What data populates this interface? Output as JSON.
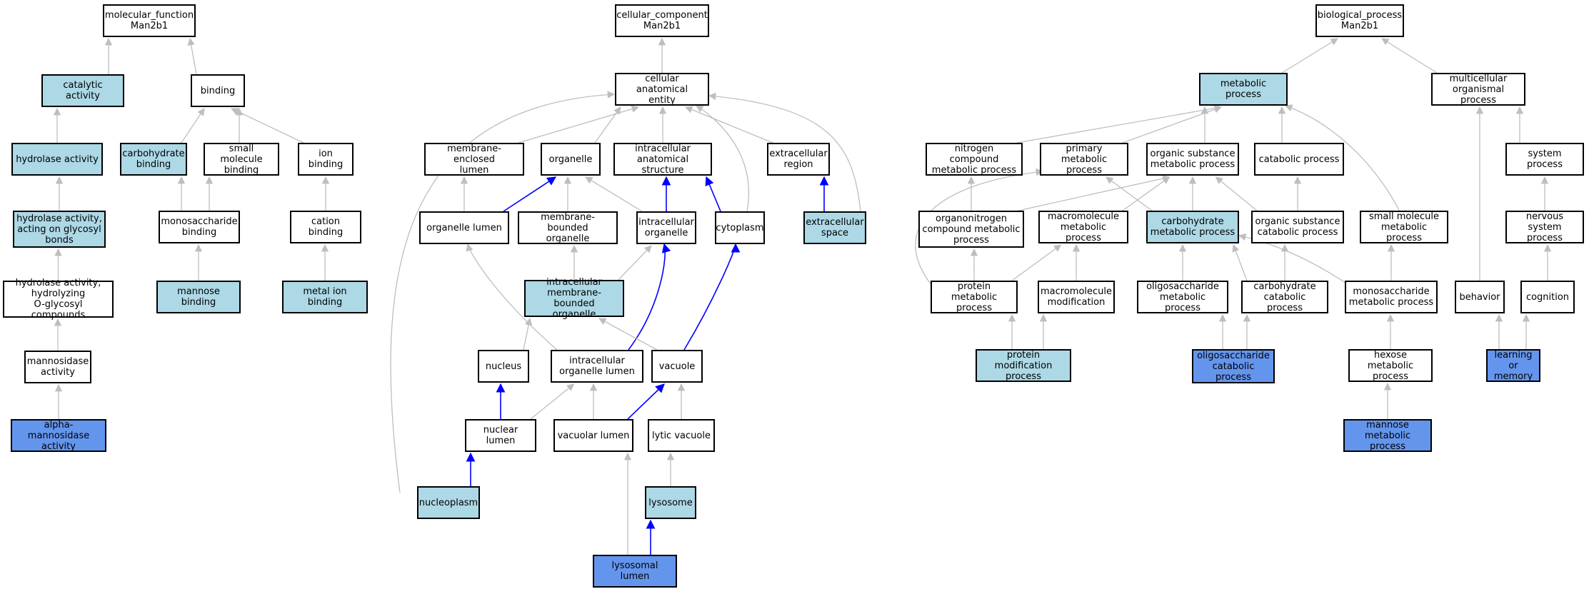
{
  "colors": {
    "light_fill": "#add8e6",
    "dark_fill": "#6495ed",
    "edge_default": "#bebebe",
    "edge_highlight": "#0000ff",
    "border": "#000000"
  },
  "nodes": [
    {
      "id": "mf",
      "label": "molecular_function\nMan2b1",
      "style": "plain"
    },
    {
      "id": "catalytic",
      "label": "catalytic activity",
      "style": "light"
    },
    {
      "id": "binding",
      "label": "binding",
      "style": "plain"
    },
    {
      "id": "hydrolase",
      "label": "hydrolase activity",
      "style": "light"
    },
    {
      "id": "carb_binding",
      "label": "carbohydrate\nbinding",
      "style": "light"
    },
    {
      "id": "small_mol_binding",
      "label": "small molecule\nbinding",
      "style": "plain"
    },
    {
      "id": "ion_binding",
      "label": "ion binding",
      "style": "plain"
    },
    {
      "id": "hydrolase_glyco",
      "label": "hydrolase activity,\nacting on glycosyl\nbonds",
      "style": "light"
    },
    {
      "id": "mono_binding",
      "label": "monosaccharide\nbinding",
      "style": "plain"
    },
    {
      "id": "cation_binding",
      "label": "cation binding",
      "style": "plain"
    },
    {
      "id": "hydrolase_o",
      "label": "hydrolase activity,\nhydrolyzing\nO-glycosyl compounds",
      "style": "plain"
    },
    {
      "id": "mannose_binding",
      "label": "mannose binding",
      "style": "light"
    },
    {
      "id": "metal_ion",
      "label": "metal ion binding",
      "style": "light"
    },
    {
      "id": "mannosidase",
      "label": "mannosidase\nactivity",
      "style": "plain"
    },
    {
      "id": "alpha_mann",
      "label": "alpha-mannosidase\nactivity",
      "style": "dark"
    },
    {
      "id": "cc",
      "label": "cellular_component\nMan2b1",
      "style": "plain"
    },
    {
      "id": "cae",
      "label": "cellular anatomical\nentity",
      "style": "plain"
    },
    {
      "id": "mem_enc_lumen",
      "label": "membrane-enclosed\nlumen",
      "style": "plain"
    },
    {
      "id": "organelle",
      "label": "organelle",
      "style": "plain"
    },
    {
      "id": "intra_anat",
      "label": "intracellular\nanatomical structure",
      "style": "plain"
    },
    {
      "id": "extra_region",
      "label": "extracellular\nregion",
      "style": "plain"
    },
    {
      "id": "org_lumen",
      "label": "organelle lumen",
      "style": "plain"
    },
    {
      "id": "mem_bound_org",
      "label": "membrane-bounded\norganelle",
      "style": "plain"
    },
    {
      "id": "intra_org",
      "label": "intracellular\norganelle",
      "style": "plain"
    },
    {
      "id": "cytoplasm",
      "label": "cytoplasm",
      "style": "plain"
    },
    {
      "id": "extra_space",
      "label": "extracellular\nspace",
      "style": "light"
    },
    {
      "id": "intra_mem_org",
      "label": "intracellular\nmembrane-bounded\norganelle",
      "style": "light"
    },
    {
      "id": "nucleus",
      "label": "nucleus",
      "style": "plain"
    },
    {
      "id": "intra_org_lumen",
      "label": "intracellular\norganelle lumen",
      "style": "plain"
    },
    {
      "id": "vacuole",
      "label": "vacuole",
      "style": "plain"
    },
    {
      "id": "nuclear_lumen",
      "label": "nuclear lumen",
      "style": "plain"
    },
    {
      "id": "vac_lumen",
      "label": "vacuolar lumen",
      "style": "plain"
    },
    {
      "id": "lytic_vac",
      "label": "lytic vacuole",
      "style": "plain"
    },
    {
      "id": "nucleoplasm",
      "label": "nucleoplasm",
      "style": "light"
    },
    {
      "id": "lysosome",
      "label": "lysosome",
      "style": "light"
    },
    {
      "id": "lys_lumen",
      "label": "lysosomal lumen",
      "style": "dark"
    },
    {
      "id": "bp",
      "label": "biological_process\nMan2b1",
      "style": "plain"
    },
    {
      "id": "metab",
      "label": "metabolic process",
      "style": "light"
    },
    {
      "id": "multi_org",
      "label": "multicellular\norganismal process",
      "style": "plain"
    },
    {
      "id": "nitro_cmp",
      "label": "nitrogen compound\nmetabolic process",
      "style": "plain"
    },
    {
      "id": "primary_met",
      "label": "primary metabolic\nprocess",
      "style": "plain"
    },
    {
      "id": "org_sub_met",
      "label": "organic substance\nmetabolic process",
      "style": "plain"
    },
    {
      "id": "catabolic",
      "label": "catabolic process",
      "style": "plain"
    },
    {
      "id": "system_proc",
      "label": "system process",
      "style": "plain"
    },
    {
      "id": "organonitro",
      "label": "organonitrogen\ncompound metabolic\nprocess",
      "style": "plain"
    },
    {
      "id": "macromol_met",
      "label": "macromolecule\nmetabolic process",
      "style": "plain"
    },
    {
      "id": "carb_met",
      "label": "carbohydrate\nmetabolic process",
      "style": "light"
    },
    {
      "id": "org_sub_cat",
      "label": "organic substance\ncatabolic process",
      "style": "plain"
    },
    {
      "id": "small_mol_met",
      "label": "small molecule\nmetabolic process",
      "style": "plain"
    },
    {
      "id": "nervous",
      "label": "nervous system\nprocess",
      "style": "plain"
    },
    {
      "id": "protein_met",
      "label": "protein metabolic\nprocess",
      "style": "plain"
    },
    {
      "id": "macromol_mod",
      "label": "macromolecule\nmodification",
      "style": "plain"
    },
    {
      "id": "oligo_met",
      "label": "oligosaccharide\nmetabolic process",
      "style": "plain"
    },
    {
      "id": "carb_cat",
      "label": "carbohydrate\ncatabolic process",
      "style": "plain"
    },
    {
      "id": "mono_met",
      "label": "monosaccharide\nmetabolic process",
      "style": "plain"
    },
    {
      "id": "behavior",
      "label": "behavior",
      "style": "plain"
    },
    {
      "id": "cognition",
      "label": "cognition",
      "style": "plain"
    },
    {
      "id": "prot_mod",
      "label": "protein modification\nprocess",
      "style": "light"
    },
    {
      "id": "oligo_cat",
      "label": "oligosaccharide\ncatabolic process",
      "style": "dark"
    },
    {
      "id": "hexose_met",
      "label": "hexose metabolic\nprocess",
      "style": "plain"
    },
    {
      "id": "learning",
      "label": "learning or\nmemory",
      "style": "dark"
    },
    {
      "id": "mannose_met",
      "label": "mannose metabolic\nprocess",
      "style": "dark"
    }
  ],
  "edges": [
    {
      "from": "catalytic",
      "to": "mf",
      "highlight": false
    },
    {
      "from": "binding",
      "to": "mf",
      "highlight": false
    },
    {
      "from": "hydrolase",
      "to": "catalytic",
      "highlight": false
    },
    {
      "from": "carb_binding",
      "to": "binding",
      "highlight": false
    },
    {
      "from": "small_mol_binding",
      "to": "binding",
      "highlight": false
    },
    {
      "from": "ion_binding",
      "to": "binding",
      "highlight": false
    },
    {
      "from": "hydrolase_glyco",
      "to": "hydrolase",
      "highlight": false
    },
    {
      "from": "mono_binding",
      "to": "carb_binding",
      "highlight": false
    },
    {
      "from": "mono_binding",
      "to": "small_mol_binding",
      "highlight": false
    },
    {
      "from": "cation_binding",
      "to": "ion_binding",
      "highlight": false
    },
    {
      "from": "hydrolase_o",
      "to": "hydrolase_glyco",
      "highlight": false
    },
    {
      "from": "mannose_binding",
      "to": "mono_binding",
      "highlight": false
    },
    {
      "from": "metal_ion",
      "to": "cation_binding",
      "highlight": false
    },
    {
      "from": "mannosidase",
      "to": "hydrolase_o",
      "highlight": false
    },
    {
      "from": "alpha_mann",
      "to": "mannosidase",
      "highlight": false
    },
    {
      "from": "cae",
      "to": "cc",
      "highlight": false
    },
    {
      "from": "mem_enc_lumen",
      "to": "cae",
      "highlight": false
    },
    {
      "from": "organelle",
      "to": "cae",
      "highlight": false
    },
    {
      "from": "intra_anat",
      "to": "cae",
      "highlight": false
    },
    {
      "from": "extra_region",
      "to": "cae",
      "highlight": false
    },
    {
      "from": "cytoplasm",
      "to": "cae",
      "highlight": false
    },
    {
      "from": "extra_space",
      "to": "cae",
      "highlight": false
    },
    {
      "from": "nucleoplasm",
      "to": "cae",
      "highlight": false
    },
    {
      "from": "org_lumen",
      "to": "mem_enc_lumen",
      "highlight": false
    },
    {
      "from": "org_lumen",
      "to": "organelle",
      "highlight": true
    },
    {
      "from": "mem_bound_org",
      "to": "organelle",
      "highlight": false
    },
    {
      "from": "intra_org",
      "to": "organelle",
      "highlight": false
    },
    {
      "from": "intra_org",
      "to": "intra_anat",
      "highlight": true
    },
    {
      "from": "cytoplasm",
      "to": "intra_anat",
      "highlight": true
    },
    {
      "from": "extra_space",
      "to": "extra_region",
      "highlight": true
    },
    {
      "from": "intra_mem_org",
      "to": "mem_bound_org",
      "highlight": false
    },
    {
      "from": "intra_mem_org",
      "to": "intra_org",
      "highlight": false
    },
    {
      "from": "intra_org_lumen",
      "to": "org_lumen",
      "highlight": false
    },
    {
      "from": "intra_org_lumen",
      "to": "intra_org",
      "highlight": true
    },
    {
      "from": "nucleus",
      "to": "intra_mem_org",
      "highlight": false
    },
    {
      "from": "vacuole",
      "to": "intra_mem_org",
      "highlight": false
    },
    {
      "from": "vacuole",
      "to": "cytoplasm",
      "highlight": true
    },
    {
      "from": "nuclear_lumen",
      "to": "nucleus",
      "highlight": true
    },
    {
      "from": "nuclear_lumen",
      "to": "intra_org_lumen",
      "highlight": false
    },
    {
      "from": "vac_lumen",
      "to": "intra_org_lumen",
      "highlight": false
    },
    {
      "from": "vac_lumen",
      "to": "vacuole",
      "highlight": true
    },
    {
      "from": "lytic_vac",
      "to": "vacuole",
      "highlight": false
    },
    {
      "from": "nucleoplasm",
      "to": "nuclear_lumen",
      "highlight": true
    },
    {
      "from": "lysosome",
      "to": "lytic_vac",
      "highlight": false
    },
    {
      "from": "lys_lumen",
      "to": "vac_lumen",
      "highlight": false
    },
    {
      "from": "lys_lumen",
      "to": "lysosome",
      "highlight": true
    },
    {
      "from": "metab",
      "to": "bp",
      "highlight": false
    },
    {
      "from": "multi_org",
      "to": "bp",
      "highlight": false
    },
    {
      "from": "nitro_cmp",
      "to": "metab",
      "highlight": false
    },
    {
      "from": "primary_met",
      "to": "metab",
      "highlight": false
    },
    {
      "from": "org_sub_met",
      "to": "metab",
      "highlight": false
    },
    {
      "from": "catabolic",
      "to": "metab",
      "highlight": false
    },
    {
      "from": "small_mol_met",
      "to": "metab",
      "highlight": false
    },
    {
      "from": "system_proc",
      "to": "multi_org",
      "highlight": false
    },
    {
      "from": "behavior",
      "to": "multi_org",
      "highlight": false
    },
    {
      "from": "organonitro",
      "to": "nitro_cmp",
      "highlight": false
    },
    {
      "from": "organonitro",
      "to": "org_sub_met",
      "highlight": false
    },
    {
      "from": "macromol_met",
      "to": "org_sub_met",
      "highlight": false
    },
    {
      "from": "carb_met",
      "to": "org_sub_met",
      "highlight": false
    },
    {
      "from": "carb_met",
      "to": "primary_met",
      "highlight": false
    },
    {
      "from": "org_sub_cat",
      "to": "org_sub_met",
      "highlight": false
    },
    {
      "from": "org_sub_cat",
      "to": "catabolic",
      "highlight": false
    },
    {
      "from": "nervous",
      "to": "system_proc",
      "highlight": false
    },
    {
      "from": "protein_met",
      "to": "organonitro",
      "highlight": false
    },
    {
      "from": "protein_met",
      "to": "macromol_met",
      "highlight": false
    },
    {
      "from": "protein_met",
      "to": "primary_met",
      "highlight": false
    },
    {
      "from": "macromol_mod",
      "to": "macromol_met",
      "highlight": false
    },
    {
      "from": "oligo_met",
      "to": "carb_met",
      "highlight": false
    },
    {
      "from": "carb_cat",
      "to": "carb_met",
      "highlight": false
    },
    {
      "from": "carb_cat",
      "to": "org_sub_cat",
      "highlight": false
    },
    {
      "from": "mono_met",
      "to": "carb_met",
      "highlight": false
    },
    {
      "from": "mono_met",
      "to": "small_mol_met",
      "highlight": false
    },
    {
      "from": "cognition",
      "to": "nervous",
      "highlight": false
    },
    {
      "from": "prot_mod",
      "to": "protein_met",
      "highlight": false
    },
    {
      "from": "prot_mod",
      "to": "macromol_mod",
      "highlight": false
    },
    {
      "from": "oligo_cat",
      "to": "oligo_met",
      "highlight": false
    },
    {
      "from": "oligo_cat",
      "to": "carb_cat",
      "highlight": false
    },
    {
      "from": "hexose_met",
      "to": "mono_met",
      "highlight": false
    },
    {
      "from": "learning",
      "to": "behavior",
      "highlight": false
    },
    {
      "from": "learning",
      "to": "cognition",
      "highlight": false
    },
    {
      "from": "mannose_met",
      "to": "hexose_met",
      "highlight": false
    }
  ]
}
